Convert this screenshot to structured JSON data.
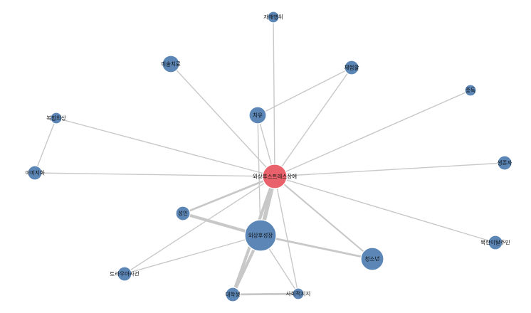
{
  "colors": {
    "hub": "#e8616b",
    "node": "#5b86b6",
    "edge": "#c8c8c8"
  },
  "network": {
    "hub_id": "ptsd",
    "nodes": [
      {
        "id": "ptsd",
        "label": "외상후스트레스장애",
        "size": "hub"
      },
      {
        "id": "ptg",
        "label": "외상후성장",
        "size": "xl"
      },
      {
        "id": "youth",
        "label": "청소년",
        "size": "lg"
      },
      {
        "id": "healing",
        "label": "치유",
        "size": "md"
      },
      {
        "id": "arttherapy",
        "label": "미술치료",
        "size": "md"
      },
      {
        "id": "adult",
        "label": "성인",
        "size": "sm"
      },
      {
        "id": "image",
        "label": "이미지화",
        "size": "sm"
      },
      {
        "id": "univ",
        "label": "대학생",
        "size": "sm"
      },
      {
        "id": "defector",
        "label": "북한이탈주민",
        "size": "sm"
      },
      {
        "id": "survivor",
        "label": "생존자",
        "size": "sm"
      },
      {
        "id": "experience",
        "label": "체험활",
        "size": "sm"
      },
      {
        "id": "trauma",
        "label": "트라우마사건",
        "size": "sm"
      },
      {
        "id": "socialsup",
        "label": "사회적지지",
        "size": "xs"
      },
      {
        "id": "selfharm",
        "label": "자해행위",
        "size": "xs"
      },
      {
        "id": "addiction",
        "label": "중독",
        "size": "xs"
      },
      {
        "id": "complex",
        "label": "복합외상",
        "size": "xs"
      }
    ],
    "edges": [
      {
        "source": "ptsd",
        "target": "ptg",
        "weight": 4
      },
      {
        "source": "ptsd",
        "target": "univ",
        "weight": 3
      },
      {
        "source": "ptsd",
        "target": "adult",
        "weight": 2
      },
      {
        "source": "ptsd",
        "target": "youth",
        "weight": 1.5
      },
      {
        "source": "ptsd",
        "target": "healing",
        "weight": 1
      },
      {
        "source": "ptsd",
        "target": "arttherapy",
        "weight": 1
      },
      {
        "source": "ptsd",
        "target": "selfharm",
        "weight": 1
      },
      {
        "source": "ptsd",
        "target": "experience",
        "weight": 1
      },
      {
        "source": "ptsd",
        "target": "addiction",
        "weight": 1
      },
      {
        "source": "ptsd",
        "target": "complex",
        "weight": 1
      },
      {
        "source": "ptsd",
        "target": "image",
        "weight": 1
      },
      {
        "source": "ptsd",
        "target": "survivor",
        "weight": 1
      },
      {
        "source": "ptsd",
        "target": "defector",
        "weight": 1
      },
      {
        "source": "ptsd",
        "target": "socialsup",
        "weight": 1
      },
      {
        "source": "ptsd",
        "target": "trauma",
        "weight": 1
      },
      {
        "source": "ptg",
        "target": "adult",
        "weight": 3
      },
      {
        "source": "ptg",
        "target": "univ",
        "weight": 3
      },
      {
        "source": "ptg",
        "target": "youth",
        "weight": 2
      },
      {
        "source": "ptg",
        "target": "socialsup",
        "weight": 1
      },
      {
        "source": "ptg",
        "target": "trauma",
        "weight": 1
      },
      {
        "source": "ptg",
        "target": "healing",
        "weight": 1
      },
      {
        "source": "univ",
        "target": "socialsup",
        "weight": 2
      },
      {
        "source": "complex",
        "target": "image",
        "weight": 1
      },
      {
        "source": "healing",
        "target": "experience",
        "weight": 1
      }
    ]
  }
}
